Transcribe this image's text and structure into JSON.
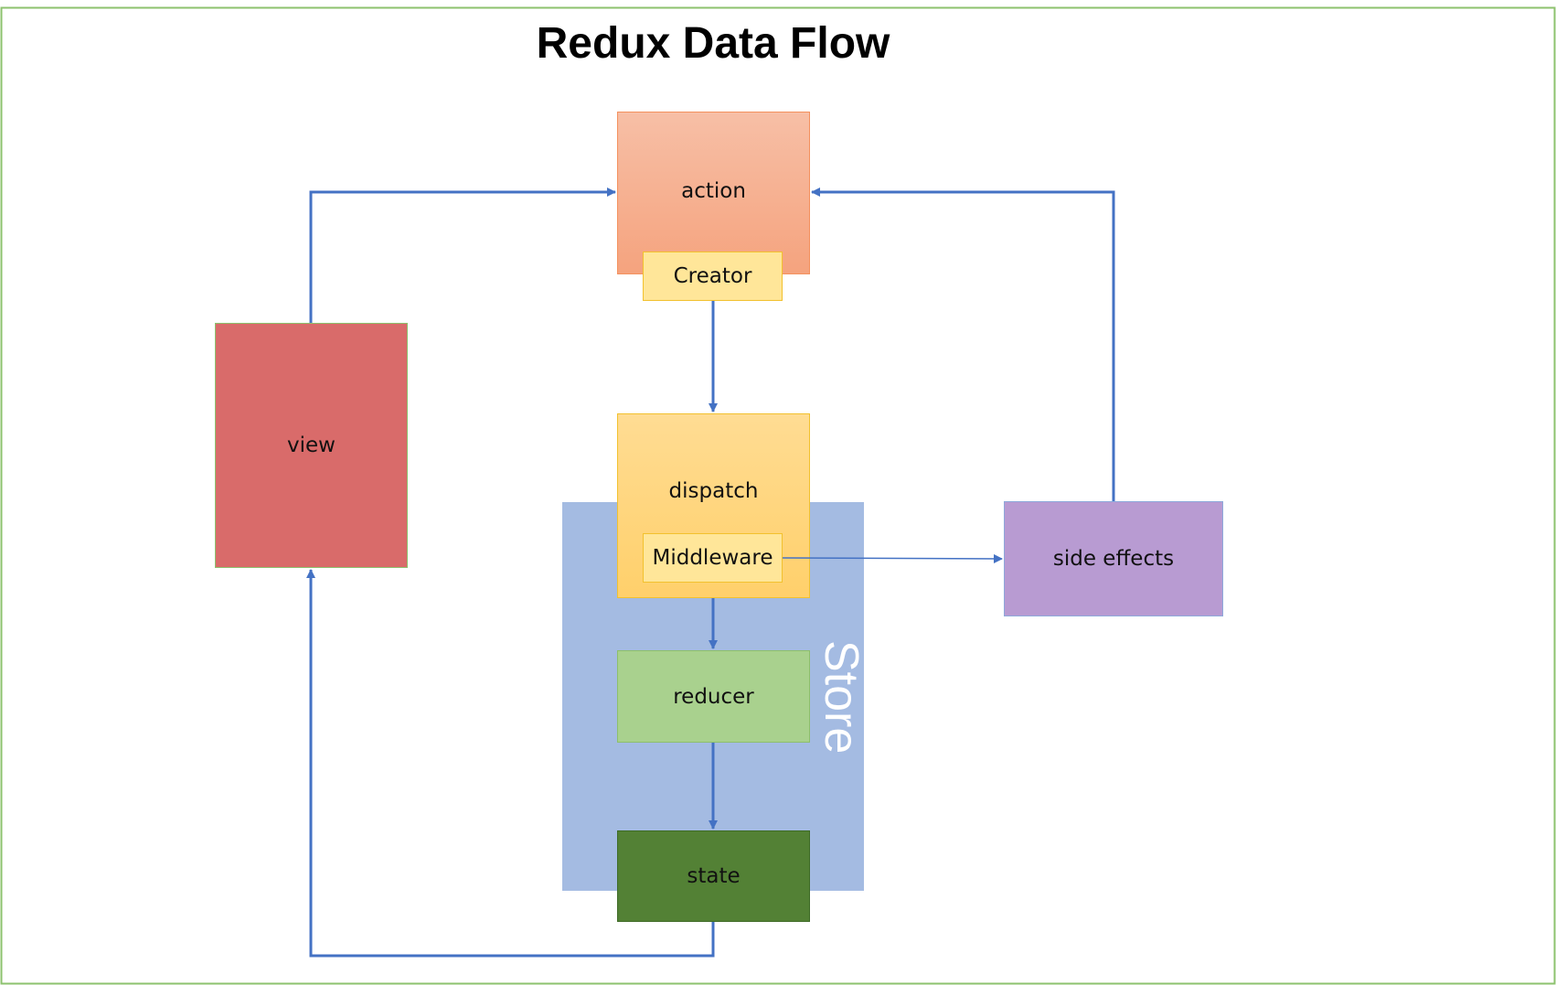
{
  "title": "Redux Data Flow",
  "nodes": {
    "action": {
      "label": "action",
      "color": "#F5A98A"
    },
    "creator": {
      "label": "Creator",
      "color": "#FFE699"
    },
    "dispatch": {
      "label": "dispatch",
      "color": "#FFD580"
    },
    "middleware": {
      "label": "Middleware",
      "color": "#FFE699"
    },
    "reducer": {
      "label": "reducer",
      "color": "#A9D18E"
    },
    "state": {
      "label": "state",
      "color": "#538135"
    },
    "view": {
      "label": "view",
      "color": "#D96B6A"
    },
    "side_effects": {
      "label": "side effects",
      "color": "#B89BD2"
    }
  },
  "store": {
    "label": "Store",
    "color": "#A4BBE2"
  },
  "colors": {
    "frame": "#8CC26E",
    "arrow": "#4472C4"
  },
  "edges": [
    {
      "from": "view",
      "to": "action"
    },
    {
      "from": "creator",
      "to": "dispatch"
    },
    {
      "from": "dispatch",
      "to": "reducer"
    },
    {
      "from": "reducer",
      "to": "state"
    },
    {
      "from": "state",
      "to": "view"
    },
    {
      "from": "middleware",
      "to": "side_effects"
    },
    {
      "from": "side_effects",
      "to": "action"
    }
  ]
}
